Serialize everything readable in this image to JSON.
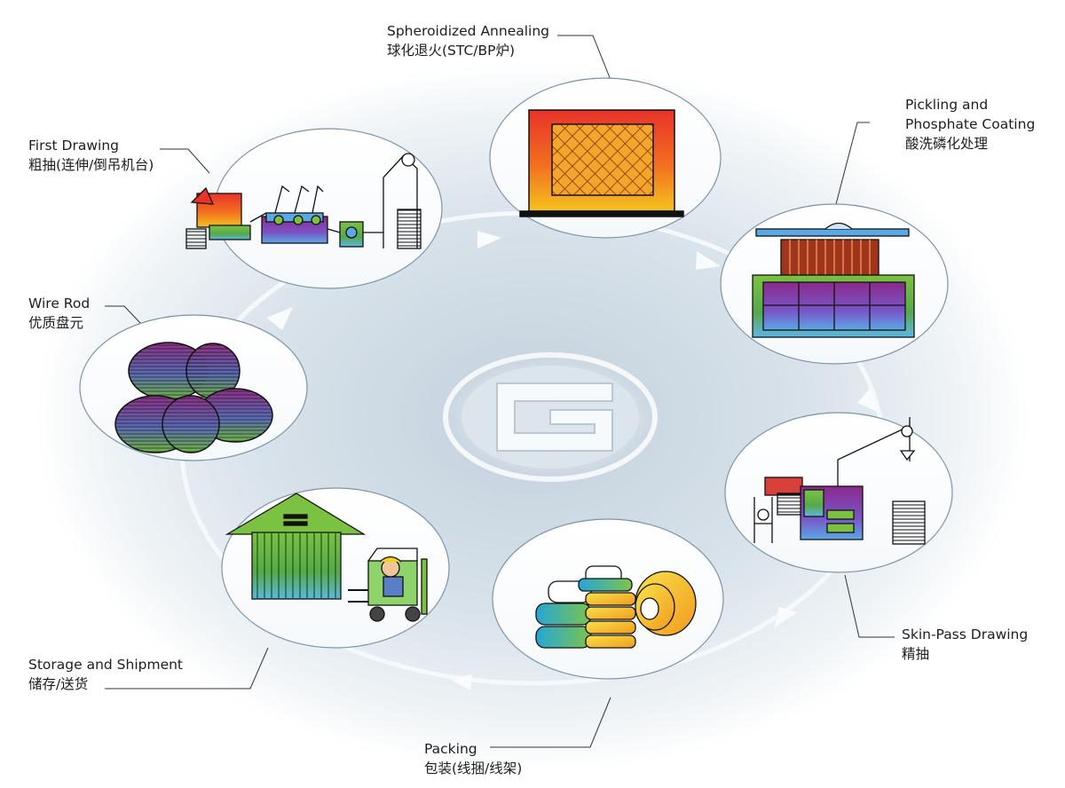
{
  "steps": [
    {
      "en": "Wire Rod",
      "zh": "优质盘元",
      "icon": "wire-rod-coils-icon"
    },
    {
      "en": "First Drawing",
      "zh": "粗抽(连伸/倒吊机台)",
      "icon": "drawing-machine-icon"
    },
    {
      "en": "Spheroidized Annealing",
      "zh": "球化退火(STC/BP炉)",
      "icon": "annealing-furnace-icon"
    },
    {
      "en": "Pickling and",
      "en2": "Phosphate Coating",
      "zh": "酸洗磷化处理",
      "icon": "pickling-tank-icon"
    },
    {
      "en": "Skin-Pass Drawing",
      "zh": "精抽",
      "icon": "skin-pass-machine-icon"
    },
    {
      "en": "Packing",
      "zh": "包装(线捆/线架)",
      "icon": "packed-coils-icon"
    },
    {
      "en": "Storage and Shipment",
      "zh": "储存/送货",
      "icon": "warehouse-forklift-icon"
    }
  ],
  "center_logo_icon": "company-logo-icon",
  "colors": {
    "ring": "#f4f7f9",
    "ellipse_border": "#7d94a8",
    "glow": "#c9d6e0"
  }
}
